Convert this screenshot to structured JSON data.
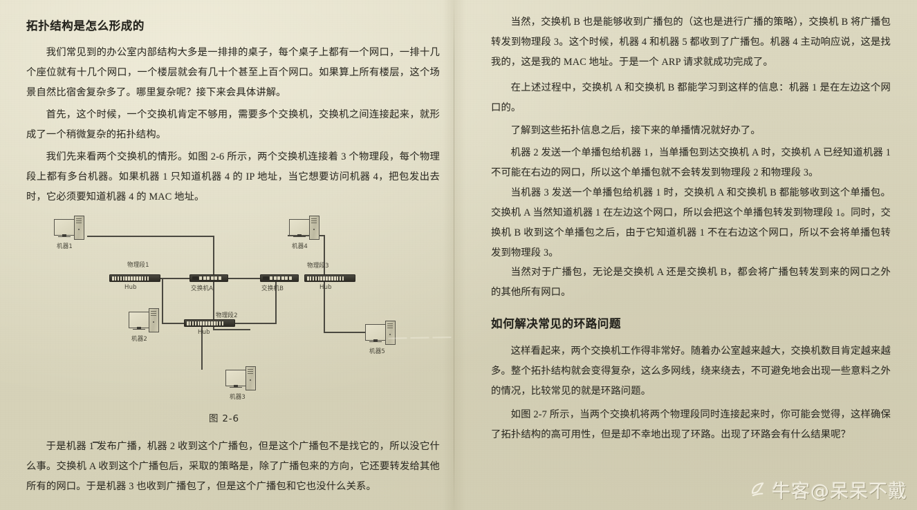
{
  "page": {
    "background_color": "#dcd8c0",
    "text_color": "#302e26"
  },
  "left_column": {
    "heading": "拓扑结构是怎么形成的",
    "paragraphs": [
      "我们常见到的办公室内部结构大多是一排排的桌子，每个桌子上都有一个网口，一排十几个座位就有十几个网口，一个楼层就会有几十个甚至上百个网口。如果算上所有楼层，这个场景自然比宿舍复杂多了。哪里复杂呢？接下来会具体讲解。",
      "首先，这个时候，一个交换机肯定不够用，需要多个交换机，交换机之间连接起来，就形成了一个稍微复杂的拓扑结构。",
      "我们先来看两个交换机的情形。如图 2-6 所示，两个交换机连接着 3 个物理段，每个物理段上都有多台机器。如果机器 1 只知道机器 4 的 IP 地址，当它想要访问机器 4，把包发出去时，它必须要知道机器 4 的 MAC 地址。"
    ],
    "figure": {
      "caption": "图 2-6",
      "nodes": [
        {
          "id": "pc1",
          "label": "机器1",
          "type": "computer"
        },
        {
          "id": "pc2",
          "label": "机器2",
          "type": "computer"
        },
        {
          "id": "pc3",
          "label": "机器3",
          "type": "computer"
        },
        {
          "id": "pc4",
          "label": "机器4",
          "type": "computer"
        },
        {
          "id": "pc5",
          "label": "机器5",
          "type": "computer"
        },
        {
          "id": "hub1",
          "label": "Hub",
          "type": "hub"
        },
        {
          "id": "hub2",
          "label": "Hub",
          "type": "hub"
        },
        {
          "id": "hub3",
          "label": "Hub",
          "type": "hub"
        },
        {
          "id": "swA",
          "label": "交换机A",
          "type": "switch"
        },
        {
          "id": "swB",
          "label": "交换机B",
          "type": "switch"
        }
      ],
      "segment_labels": [
        "物理段1",
        "物理段2",
        "物理段3"
      ]
    },
    "paragraphs_after_figure": [
      "于是机器 1 发布广播，机器 2 收到这个广播包，但是这个广播包不是找它的，所以没它什么事。交换机 A 收到这个广播包后，采取的策略是，除了广播包来的方向，它还要转发给其他所有的网口。于是机器 3 也收到广播包了，但是这个广播包和它也没什么关系。"
    ]
  },
  "right_column": {
    "paragraphs_top": [
      "当然，交换机 B 也是能够收到广播包的（这也是进行广播的策略），交换机 B 将广播包转发到物理段 3。这个时候，机器 4 和机器 5 都收到了广播包。机器 4 主动响应说，这是找我的，这是我的 MAC 地址。于是一个 ARP 请求就成功完成了。",
      "在上述过程中，交换机 A 和交换机 B 都能学习到这样的信息：机器 1 是在左边这个网口的。",
      "了解到这些拓扑信息之后，接下来的单播情况就好办了。",
      "机器 2 发送一个单播包给机器 1，当单播包到达交换机 A 时，交换机 A 已经知道机器 1 不可能在右边的网口，所以这个单播包就不会转发到物理段 2 和物理段 3。",
      "当机器 3 发送一个单播包给机器 1 时，交换机 A 和交换机 B 都能够收到这个单播包。交换机 A 当然知道机器 1 在左边这个网口，所以会把这个单播包转发到物理段 1。同时，交换机 B 收到这个单播包之后，由于它知道机器 1 不在右边这个网口，所以不会将单播包转发到物理段 3。",
      "当然对于广播包，无论是交换机 A 还是交换机 B，都会将广播包转发到来的网口之外的其他所有网口。"
    ],
    "heading": "如何解决常见的环路问题",
    "paragraphs_bottom": [
      "这样看起来，两个交换机工作得非常好。随着办公室越来越大，交换机数目肯定越来越多。整个拓扑结构就会变得复杂，这么多网线，绕来绕去，不可避免地会出现一些意料之外的情况，比较常见的就是环路问题。",
      "如图 2-7 所示，当两个交换机将两个物理段同时连接起来时，你可能会觉得，这样确保了拓扑结构的高可用性，但是却不幸地出现了环路。出现了环路会有什么结果呢？"
    ]
  },
  "watermark": {
    "text": "牛客@呆呆不戴",
    "logo_name": "niuke-logo-icon"
  }
}
